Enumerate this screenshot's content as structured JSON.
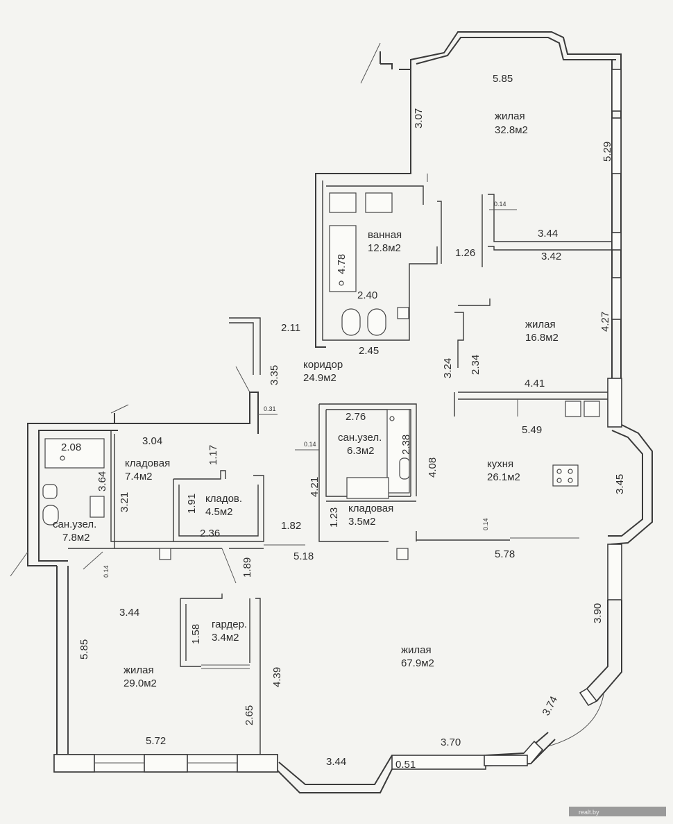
{
  "rooms": [
    {
      "name": "жилая",
      "area": "32.8м2"
    },
    {
      "name": "ванная",
      "area": "12.8м2"
    },
    {
      "name": "жилая",
      "area": "16.8м2"
    },
    {
      "name": "коридор",
      "area": "24.9м2"
    },
    {
      "name": "сан.узел.",
      "area": "6.3м2"
    },
    {
      "name": "кухня",
      "area": "26.1м2"
    },
    {
      "name": "кладовая",
      "area": "7.4м2"
    },
    {
      "name": "кладов.",
      "area": "4.5м2"
    },
    {
      "name": "кладовая",
      "area": "3.5м2"
    },
    {
      "name": "сан.узел.",
      "area": "7.8м2"
    },
    {
      "name": "гардер.",
      "area": "3.4м2"
    },
    {
      "name": "жилая",
      "area": "29.0м2"
    },
    {
      "name": "жилая",
      "area": "67.9м2"
    }
  ],
  "dimensions": {
    "d585_top": "5.85",
    "d307": "3.07",
    "d529": "5.29",
    "d014_a": "0.14",
    "d344_a": "3.44",
    "d342": "3.42",
    "d126": "1.26",
    "d478": "4.78",
    "d240": "2.40",
    "d427": "4.27",
    "d211": "2.11",
    "d245": "2.45",
    "d335": "3.35",
    "d324": "3.24",
    "d234": "2.34",
    "d441": "4.41",
    "d031": "0.31",
    "d276": "2.76",
    "d238": "2.38",
    "d549": "5.49",
    "d014_b": "0.14",
    "d408": "4.08",
    "d208": "2.08",
    "d304": "3.04",
    "d117": "1.17",
    "d364": "3.64",
    "d321": "3.21",
    "d191": "1.91",
    "d421": "4.21",
    "d123": "1.23",
    "d345": "3.45",
    "d236": "2.36",
    "d182": "1.82",
    "d014_c": "0.14",
    "d518": "5.18",
    "d578": "5.78",
    "d014_d": "0.14",
    "d189": "1.89",
    "d344_b": "3.44",
    "d158": "1.58",
    "d390": "3.90",
    "d585_left": "5.85",
    "d439": "4.39",
    "d265": "2.65",
    "d374": "3.74",
    "d572": "5.72",
    "d370": "3.70",
    "d344_c": "3.44",
    "d051": "0.51"
  },
  "watermark": "realt.by"
}
